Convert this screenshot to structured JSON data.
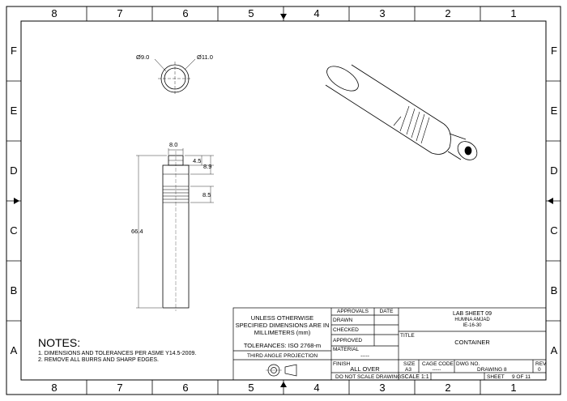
{
  "zones": {
    "columns": [
      "8",
      "7",
      "6",
      "5",
      "4",
      "3",
      "2",
      "1"
    ],
    "rows": [
      "F",
      "E",
      "D",
      "C",
      "B",
      "A"
    ]
  },
  "views": {
    "top": {
      "dia_inner": "Ø9.0",
      "dia_outer": "Ø11.0"
    },
    "front": {
      "width": "8.0",
      "step1": "4.5",
      "step2": "8.9",
      "groove": "8.5",
      "length": "66.4"
    }
  },
  "notes": {
    "heading": "NOTES:",
    "items": [
      "1. DIMENSIONS AND TOLERANCES PER ASME Y14.5-2009.",
      "2. REMOVE ALL BURRS AND SHARP EDGES."
    ]
  },
  "title_block": {
    "unless": [
      "UNLESS OTHERWISE",
      "SPECIFIED DIMENSIONS ARE IN",
      "MILLIMETERS (mm)"
    ],
    "tolerances": "TOLERANCES: ISO 2768-m",
    "projection": "THIRD ANGLE PROJECTION",
    "approvals": "APPROVALS",
    "date": "DATE",
    "drawn": "DRAWN",
    "checked": "CHECKED",
    "approved": "APPROVED",
    "material": "MATERIAL",
    "material_value": "-----",
    "finish": "FINISH",
    "finish_value": "ALL OVER",
    "do_not_scale": "DO NOT SCALE DRAWING",
    "org_1": "LAB SHEET 09",
    "org_2": "HUMNA AMJAD",
    "org_3": "IE-16-30",
    "title_label": "TITLE",
    "title_value": "CONTAINER",
    "size_label": "SIZE",
    "size_value": "A3",
    "cage_label": "CAGE CODE",
    "cage_value": "-----",
    "dwg_label": "DWG NO.",
    "dwg_value": "DRAWING 8",
    "rev_label": "REV",
    "rev_value": "0",
    "scale": "SCALE 1:1",
    "sheet_label": "SHEET",
    "sheet_value": "9 OF 11"
  }
}
